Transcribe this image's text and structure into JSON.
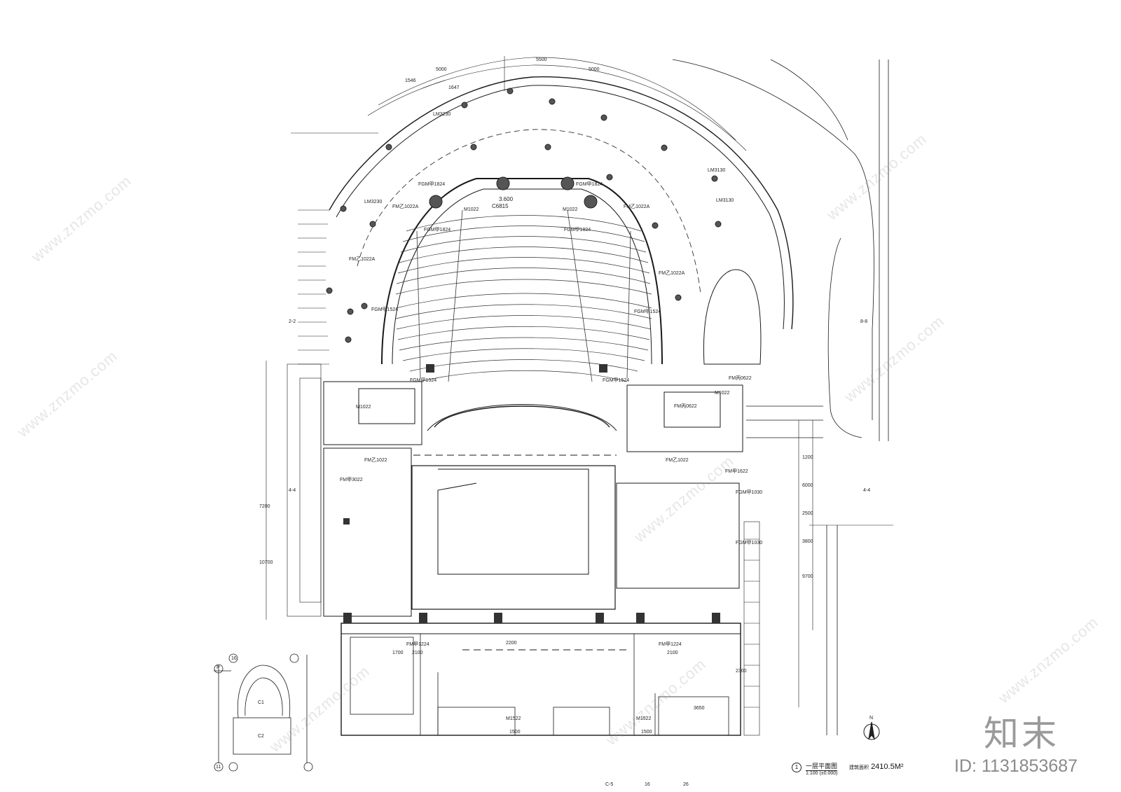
{
  "drawing": {
    "title": "一层平面图",
    "scale": "1:100",
    "elevation": "(±0.000)",
    "area_label": "建筑面积",
    "area": "2410.5M²",
    "drawing_no": "1"
  },
  "brand": {
    "logo_text": "知末",
    "image_id": "ID: 1131853687",
    "watermark": "www.znzmo.com"
  },
  "labels": {
    "stage_level": "3.600",
    "door_fgm1824": "FGM甲1824",
    "door_fgm1524": "FGM甲1524",
    "door_fmb1022a": "FM乙1022A",
    "door_lm3230": "LM3230",
    "door_lm3130": "LM3130",
    "door_m1022": "M1022",
    "door_fm1622": "FM甲1622",
    "door_fm0622": "FM丙0622",
    "door_fm1022": "FM乙1022",
    "door_fm3022": "FM甲3022",
    "door_fm1030": "FGM甲1030",
    "door_fm1224": "FM甲1224",
    "door_m1522": "M1522",
    "window_c6815": "C6815",
    "section_22": "2-2",
    "section_44": "4-4",
    "section_88": "8-8",
    "axis_p": "P",
    "axis_c1": "C1",
    "axis_c2": "C2",
    "axis_16": "16",
    "axis_11": "11",
    "axis_c5": "C-5",
    "axis_26": "26",
    "dim_5000": "5000",
    "dim_5500": "5500",
    "dim_1546": "1546",
    "dim_1647": "1647",
    "dim_2100": "2100",
    "dim_1700": "1700",
    "dim_1500": "1500",
    "dim_2200": "2200",
    "dim_3650": "3650",
    "dim_10700": "10700",
    "dim_9700": "9700",
    "dim_7200": "7200",
    "dim_2100b": "2100",
    "dim_6000": "6000",
    "dim_2300": "2300",
    "dim_1200": "1200",
    "dim_2500": "2500",
    "dim_3800": "3800",
    "north": "N"
  }
}
